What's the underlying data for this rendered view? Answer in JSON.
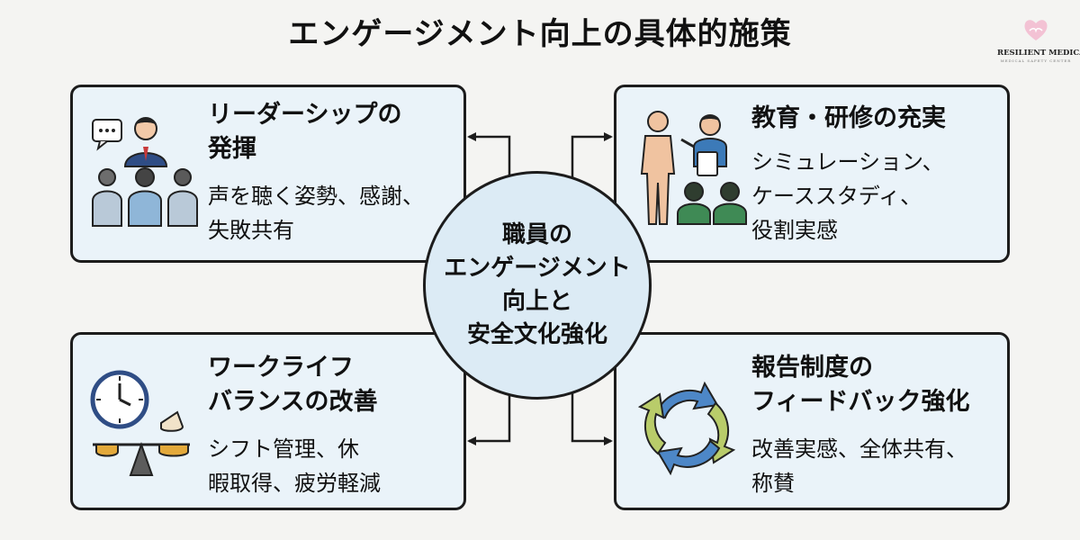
{
  "title": "エンゲージメント向上の具体的施策",
  "logo": {
    "brand": "RESILIENT MEDICAL",
    "tagline": "MEDICAL SAFETY CENTER"
  },
  "center": {
    "lines": [
      "職員の",
      "エンゲージメント",
      "向上と",
      "安全文化強化"
    ]
  },
  "cards": {
    "top_left": {
      "title_lines": [
        "リーダーシップの",
        "発揮"
      ],
      "body_lines": [
        "声を聴く姿勢、感謝、",
        "失敗共有"
      ]
    },
    "top_right": {
      "title_lines": [
        "教育・研修の充実"
      ],
      "body_lines": [
        "シミュレーション、",
        "ケーススタディ、",
        "役割実感"
      ]
    },
    "bottom_left": {
      "title_lines": [
        "ワークライフ",
        "バランスの改善"
      ],
      "body_lines": [
        "シフト管理、休",
        "暇取得、疲労軽減"
      ]
    },
    "bottom_right": {
      "title_lines": [
        "報告制度の",
        "フィードバック強化"
      ],
      "body_lines": [
        "改善実感、全体共有、",
        "称賛"
      ]
    }
  },
  "icons": {
    "top_left": "leader-speaking-icon",
    "top_right": "training-simulation-icon",
    "bottom_left": "clock-balance-icon",
    "bottom_right": "cycle-arrows-icon"
  },
  "colors": {
    "card_fill": "#eaf3f9",
    "hub_fill": "#dcebf5",
    "outline": "#1c1c1c",
    "cycle_blue": "#4d87c7",
    "cycle_green": "#b9cc6a"
  }
}
